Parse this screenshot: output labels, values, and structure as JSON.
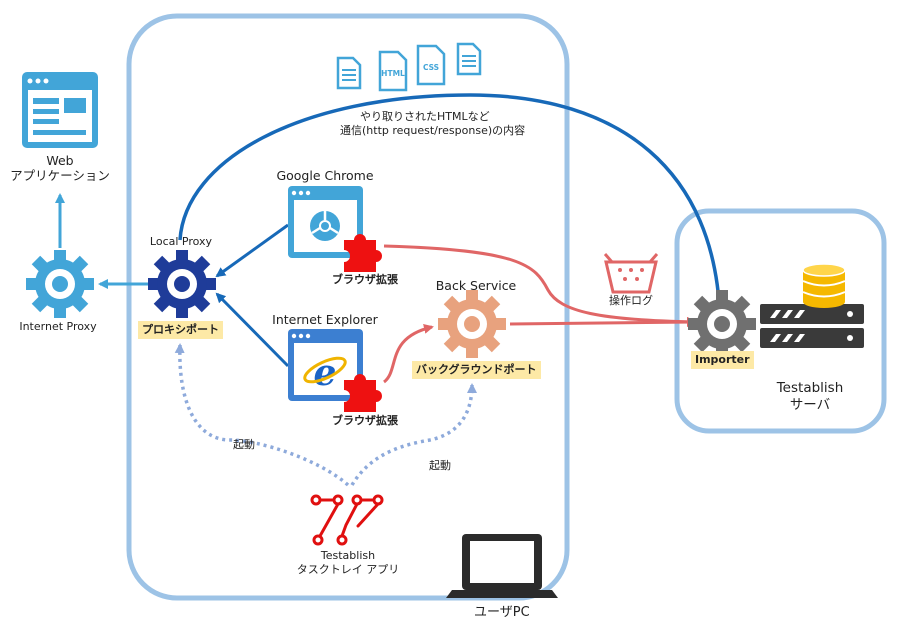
{
  "labels": {
    "web_app_line1": "Web",
    "web_app_line2": "アプリケーション",
    "internet_proxy": "Internet Proxy",
    "local_proxy": "Local Proxy",
    "proxy_port": "プロキシポート",
    "google_chrome": "Google Chrome",
    "internet_explorer": "Internet Explorer",
    "browser_ext_chrome": "ブラウザ拡張",
    "browser_ext_ie": "ブラウザ拡張",
    "back_service": "Back Service",
    "background_port": "バックグラウンドポート",
    "exchanged_line1": "やり取りされたHTMLなど",
    "exchanged_line2": "通信(http request/response)の内容",
    "operation_log": "操作ログ",
    "importer": "Importer",
    "server_line1": "Testablish",
    "server_line2": "サーバ",
    "launch_left": "起動",
    "launch_right": "起動",
    "tray_line1": "Testablish",
    "tray_line2": "タスクトレイ アプリ",
    "user_pc": "ユーザPC",
    "doc_html": "HTML",
    "doc_css": "CSS"
  },
  "colors": {
    "panel_border": "#9dc3e6",
    "arrow_blue": "#1769b8",
    "arrow_red": "#e06666",
    "dotted_blue": "#8eaadb",
    "proxy_gear": "#1f3c99",
    "light_gear": "#42a5d8",
    "back_gear": "#e8a27e",
    "importer_gear": "#707070",
    "puzzle_red": "#ee1111",
    "db_gold": "#f5b800",
    "tag_yellow": "#fde9a6"
  }
}
